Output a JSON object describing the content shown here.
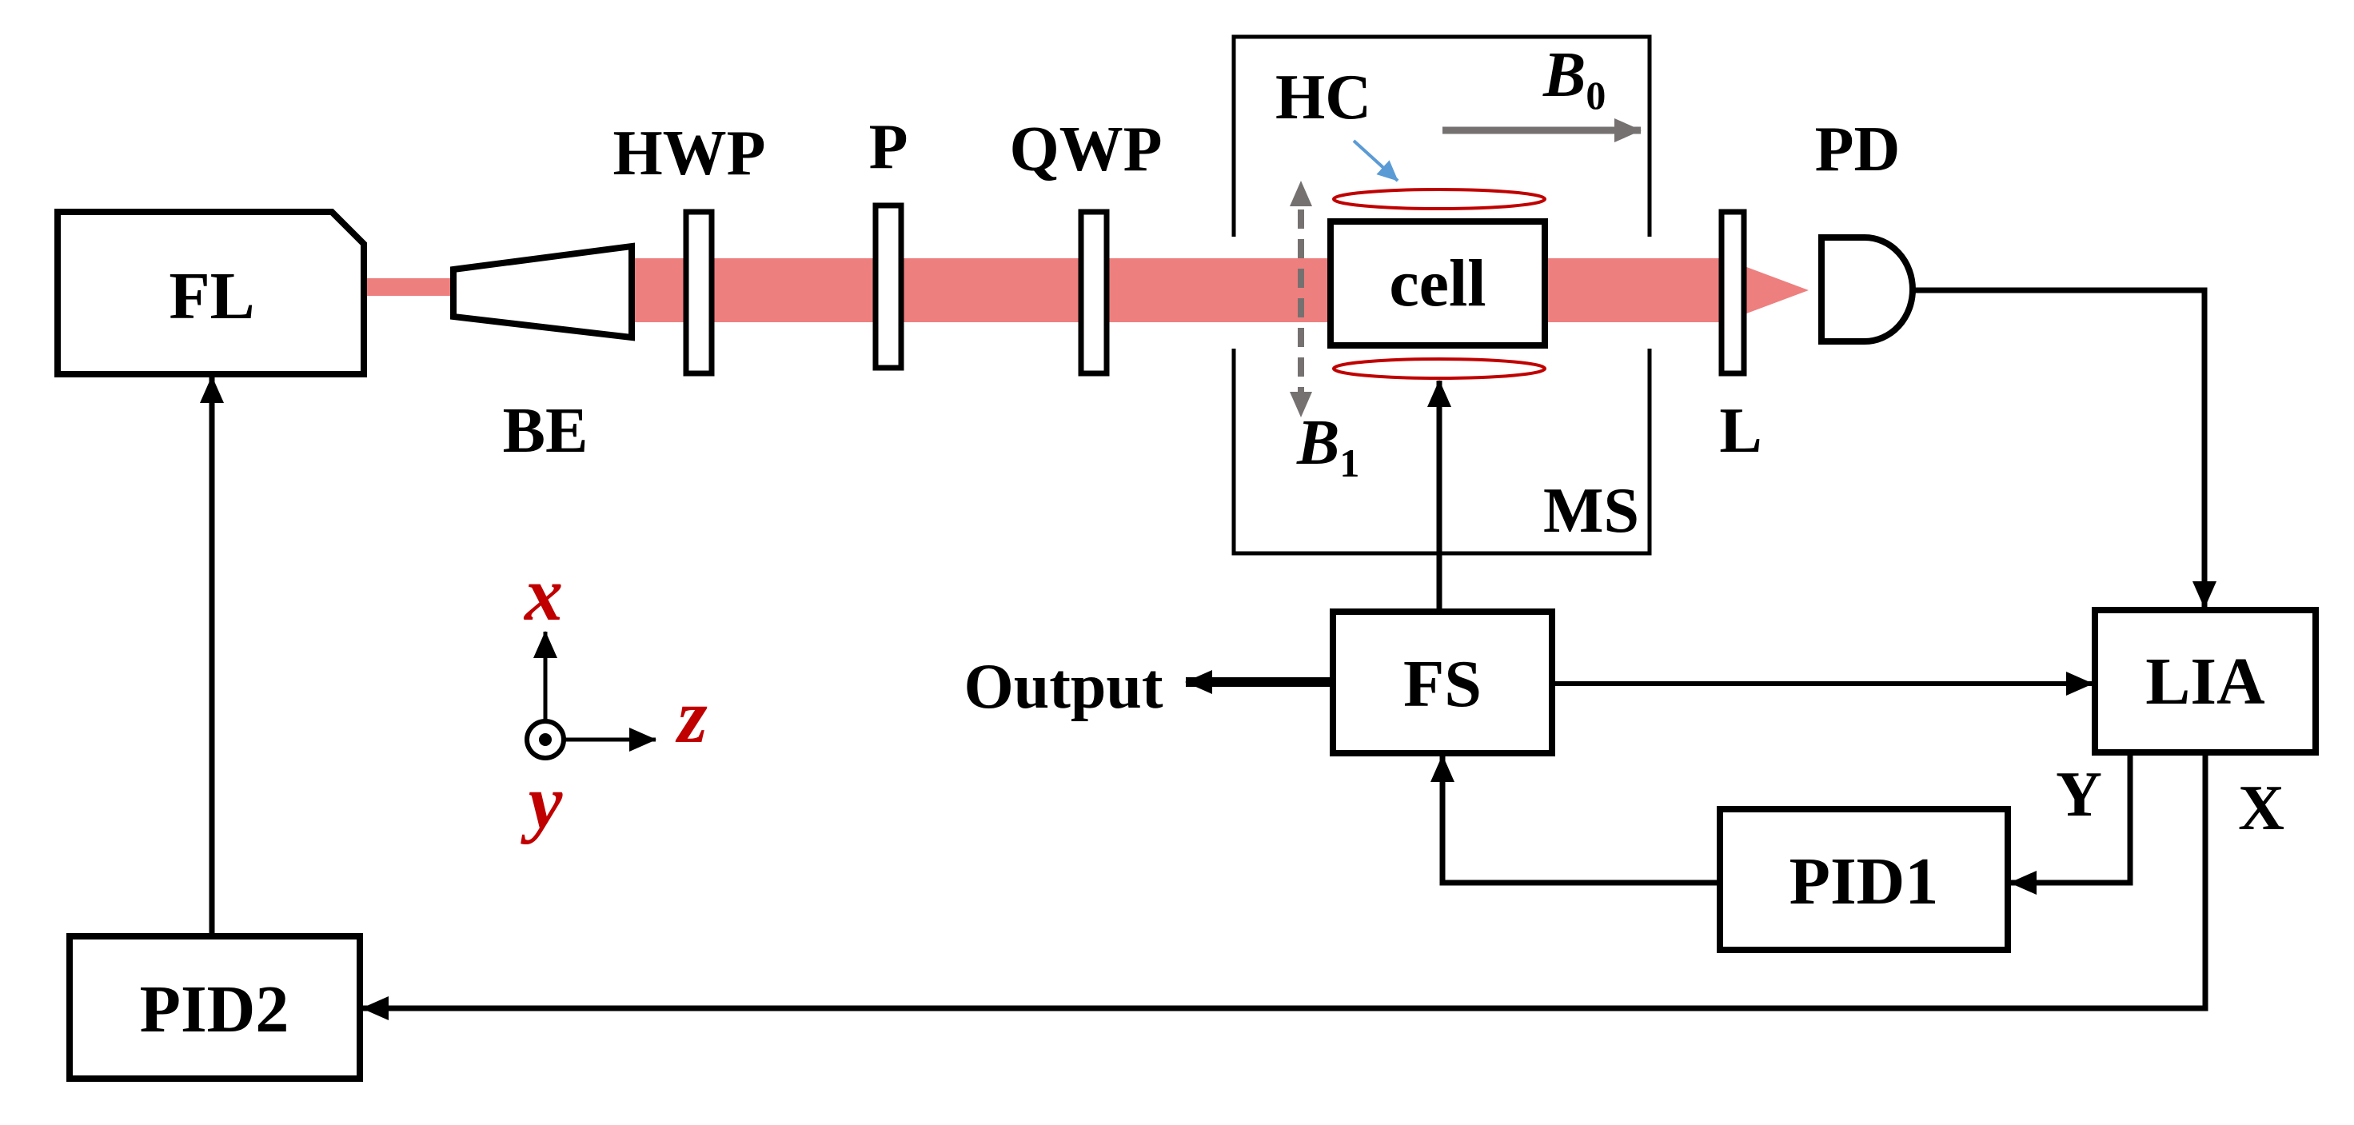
{
  "components": {
    "fl": "FL",
    "be": "BE",
    "hwp": "HWP",
    "p": "P",
    "qwp": "QWP",
    "hc": "HC",
    "b0_base": "B",
    "b0_sub": "0",
    "b1_base": "B",
    "b1_sub": "1",
    "cell": "cell",
    "ms": "MS",
    "l": "L",
    "pd": "PD",
    "fs": "FS",
    "lia": "LIA",
    "pid1": "PID1",
    "pid2": "PID2",
    "output": "Output",
    "x_out": "X",
    "y_out": "Y"
  },
  "axes": {
    "x": "x",
    "y": "y",
    "z": "z"
  },
  "colors": {
    "beam": "#EE7F7F",
    "coil": "#C00000",
    "field_arrow": "#767171",
    "hc_pointer": "#5B9BD5",
    "axis_label": "#C00000",
    "line": "#000000"
  }
}
